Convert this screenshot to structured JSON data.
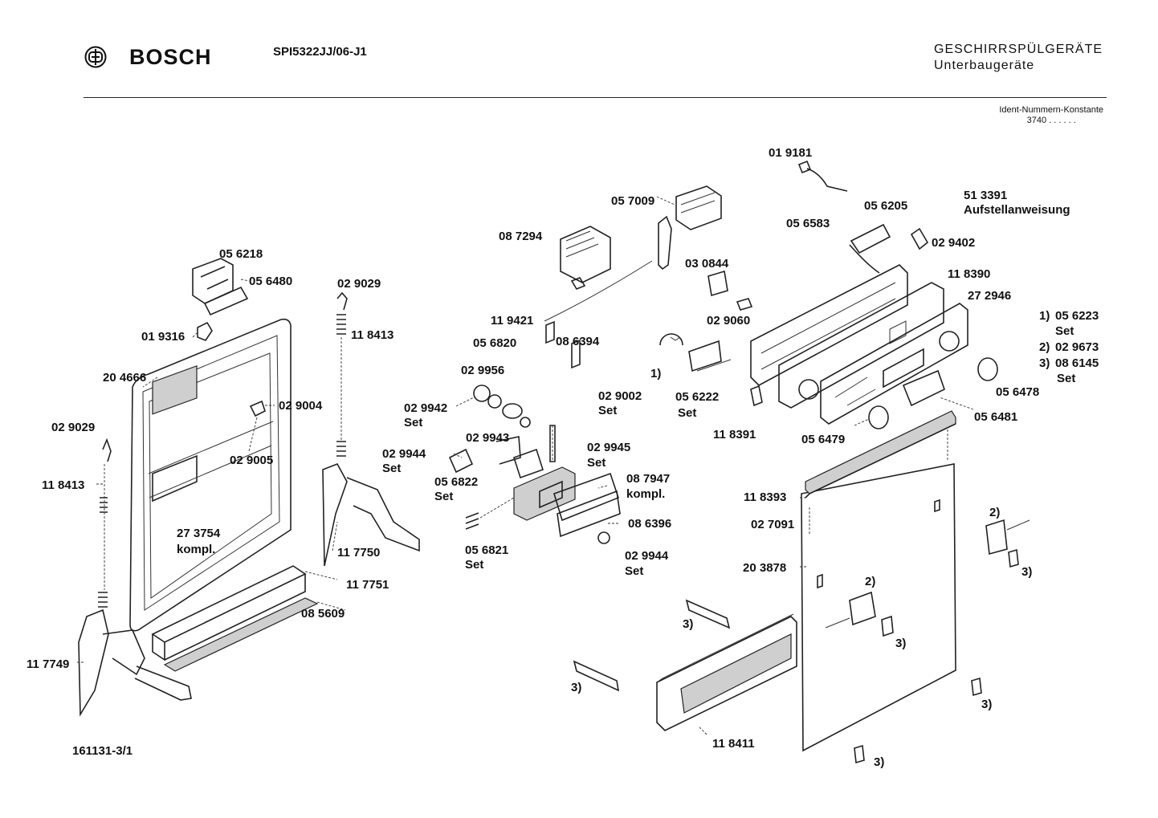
{
  "header": {
    "brand": "BOSCH",
    "model": "SPI5322JJ/06-J1",
    "category": "GESCHIRRSPÜLGERÄTE",
    "subcategory": "Unterbaugeräte",
    "ident_label": "Ident-Nummern-Konstante",
    "ident_value": "3740  . .   . . . ."
  },
  "footer": {
    "drawing_number": "161131-3/1"
  },
  "notes": {
    "instructions_code": "51 3391",
    "instructions_label": "Aufstellanweisung",
    "legend": [
      {
        "key": "1)",
        "part": "05 6223",
        "suffix": "Set"
      },
      {
        "key": "2)",
        "part": "02 9673",
        "suffix": ""
      },
      {
        "key": "3)",
        "part": "08 6145",
        "suffix": "Set"
      }
    ]
  },
  "labels": {
    "l01": "05 6218",
    "l02": "05 6480",
    "l03": "01 9316",
    "l04": "20 4666",
    "l05": "02 9004",
    "l06": "02 9005",
    "l07": "02 9029",
    "l08": "11 8413",
    "l09": "02 9029",
    "l10": "11 8413",
    "l11": "27 3754",
    "l12": "kompl.",
    "l13": "11 7750",
    "l14": "11 7751",
    "l15": "08 5609",
    "l16": "11 7749",
    "l17": "08 7294",
    "l18": "05 7009",
    "l19": "11 9421",
    "l20": "05 6820",
    "l21": "08 6394",
    "l22": "02 9956",
    "l23": "02 9942",
    "l24": "Set",
    "l25": "02 9002",
    "l26": "Set",
    "l27": "02 9943",
    "l28": "02 9945",
    "l29": "Set",
    "l30": "02 9944",
    "l31": "Set",
    "l32": "05 6822",
    "l33": "Set",
    "l34": "08 7947",
    "l35": "kompl.",
    "l36": "08 6396",
    "l37": "05 6821",
    "l38": "Set",
    "l39": "02 9944",
    "l40": "Set",
    "l41": "03 0844",
    "l42": "02 9060",
    "l43": "1)",
    "l44": "05 6222",
    "l45": "Set",
    "l46": "01 9181",
    "l47": "05 6205",
    "l48": "05 6583",
    "l49": "02 9402",
    "l50": "11 8390",
    "l51": "27 2946",
    "l52": "05 6478",
    "l53": "05 6481",
    "l54": "11 8391",
    "l55": "05 6479",
    "l56": "11 8393",
    "l57": "02 7091",
    "l58": "20 3878",
    "l59": "2)",
    "l60": "3)",
    "l61": "2)",
    "l62": "3)",
    "l63": "3)",
    "l64": "3)",
    "l65": "3)",
    "l66": "3)",
    "l67": "11 8411"
  }
}
